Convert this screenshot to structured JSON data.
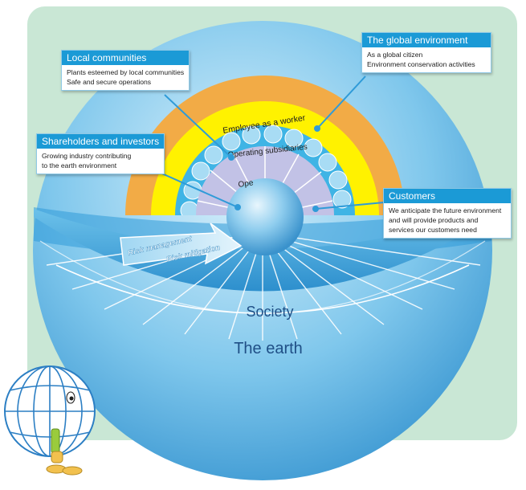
{
  "callouts": {
    "local": {
      "title": "Local communities",
      "lines": [
        "Plants esteemed by local communities",
        "Safe and secure operations"
      ]
    },
    "global": {
      "title": "The global environment",
      "lines": [
        "As a global citizen",
        "Environment conservation activities"
      ]
    },
    "shareholders": {
      "title": "Shareholders and investors",
      "lines": [
        "Growing industry contributing",
        "to the earth environment"
      ]
    },
    "customers": {
      "title": "Customers",
      "lines": [
        "We anticipate the future environment",
        "and will provide products and",
        "services our customers need"
      ]
    }
  },
  "arcs": {
    "employee": "Employee as a worker",
    "subsidiaries": "Operating subsidiaries",
    "ope": "Ope"
  },
  "risk": {
    "line1": "Risk management",
    "line2": "Risk mitigation"
  },
  "labels": {
    "society": "Society",
    "earth": "The earth"
  },
  "colors": {
    "background": "#c9e7d5",
    "outer_ring": "#f2ab46",
    "yellow_ring": "#fff200",
    "blue_ring": "#3fb4e5",
    "inner_ring": "#c2c2e6",
    "callout_header": "#1b9ad6"
  },
  "icons": {
    "mascot": "globe-mascot-icon",
    "arrow": "risk-arrow-icon"
  }
}
